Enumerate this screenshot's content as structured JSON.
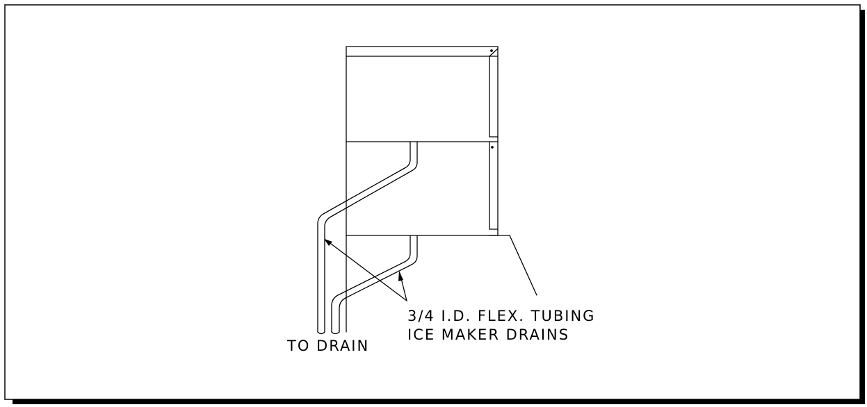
{
  "labels": {
    "tubing": "3/4 I.D. FLEX. TUBING",
    "drains": "ICE MAKER DRAINS",
    "to_drain": "TO DRAIN"
  },
  "colors": {
    "line": "#000000",
    "background": "#ffffff",
    "shadow": "#000000"
  }
}
